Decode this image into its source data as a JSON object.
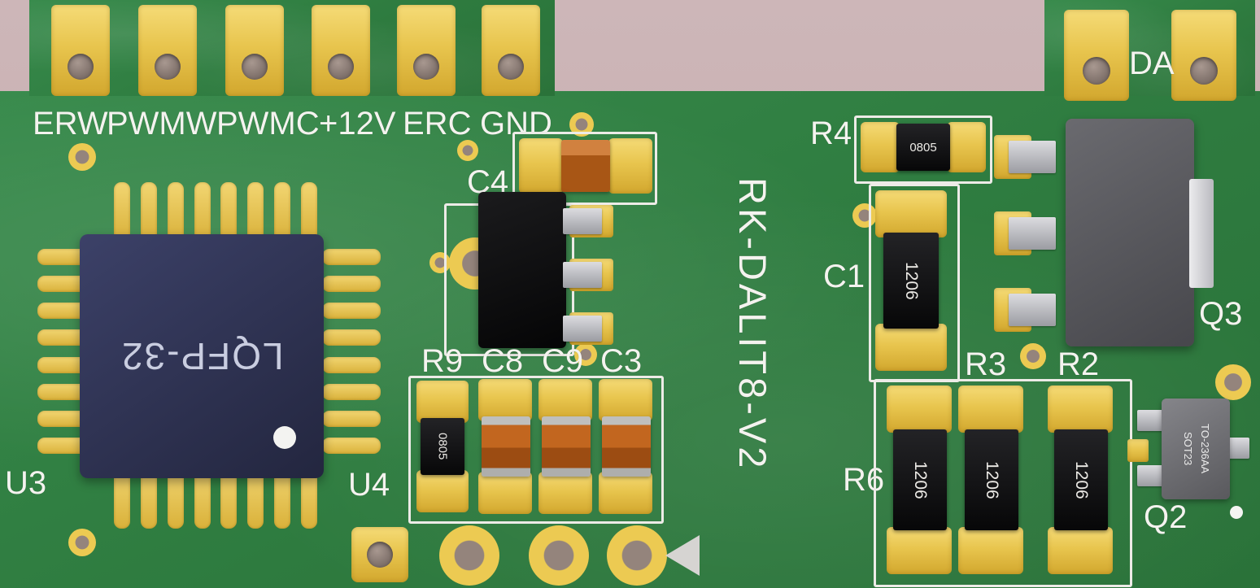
{
  "scene": {
    "background_color": "#c9b2b4",
    "board_color": "#2f7d3f",
    "pad_color": "#e9c750",
    "silkscreen_color": "#f4f3ef"
  },
  "silkscreen": {
    "board_name": "RK-DALIT8-V2",
    "connector_labels": [
      "ERW",
      "PWMW",
      "PWMC",
      "+12V",
      "ERC",
      "GND"
    ],
    "da": "DA",
    "u3": "U3",
    "u4": "U4",
    "c4": "C4",
    "r9": "R9",
    "c8": "C8",
    "c9": "C9",
    "c3": "C3",
    "r4": "R4",
    "c1": "C1",
    "r6": "R6",
    "r3": "R3",
    "r2": "R2",
    "q3": "Q3",
    "q2": "Q2"
  },
  "component_markings": {
    "u3_chip": "LQFP-32",
    "r4": "0805",
    "r9": "0805",
    "c1": "1206",
    "r6": "1206",
    "r3": "1206",
    "r2": "1206",
    "q2_package": "SOT23",
    "q2_type": "TO-236AA"
  }
}
